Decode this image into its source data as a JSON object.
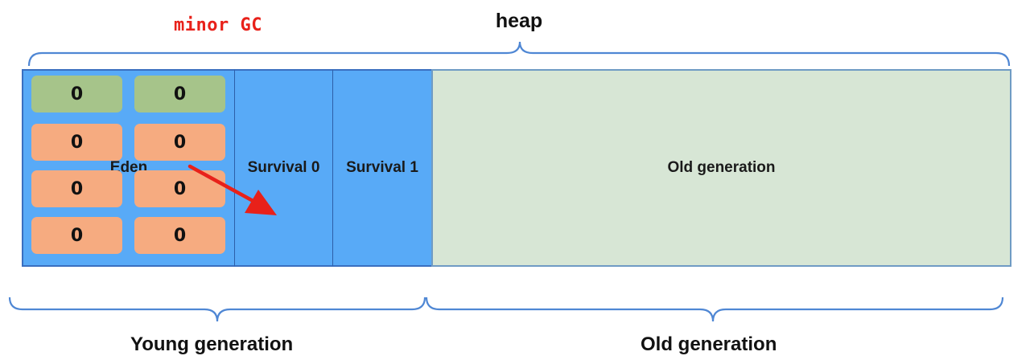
{
  "heap": {
    "title": "heap"
  },
  "annotation": {
    "text": "minor GC",
    "color": "#e8211a"
  },
  "regions": {
    "eden": {
      "label": "Eden"
    },
    "survival0": {
      "label": "Survival 0"
    },
    "survival1": {
      "label": "Survival 1"
    },
    "old": {
      "label": "Old generation"
    }
  },
  "eden_objects": [
    {
      "value": "0",
      "color": "green"
    },
    {
      "value": "0",
      "color": "green"
    },
    {
      "value": "0",
      "color": "orange"
    },
    {
      "value": "0",
      "color": "orange"
    },
    {
      "value": "0",
      "color": "orange"
    },
    {
      "value": "0",
      "color": "orange"
    },
    {
      "value": "0",
      "color": "orange"
    },
    {
      "value": "0",
      "color": "orange"
    }
  ],
  "groups": {
    "young": "Young generation",
    "old": "Old generation"
  },
  "colors": {
    "region_blue": "#58aaf7",
    "old_region": "#d7e6d5",
    "brace": "#4f87d4",
    "arrow": "#e8211a",
    "object_green": "#a6c48a",
    "object_orange": "#f6ab80"
  }
}
